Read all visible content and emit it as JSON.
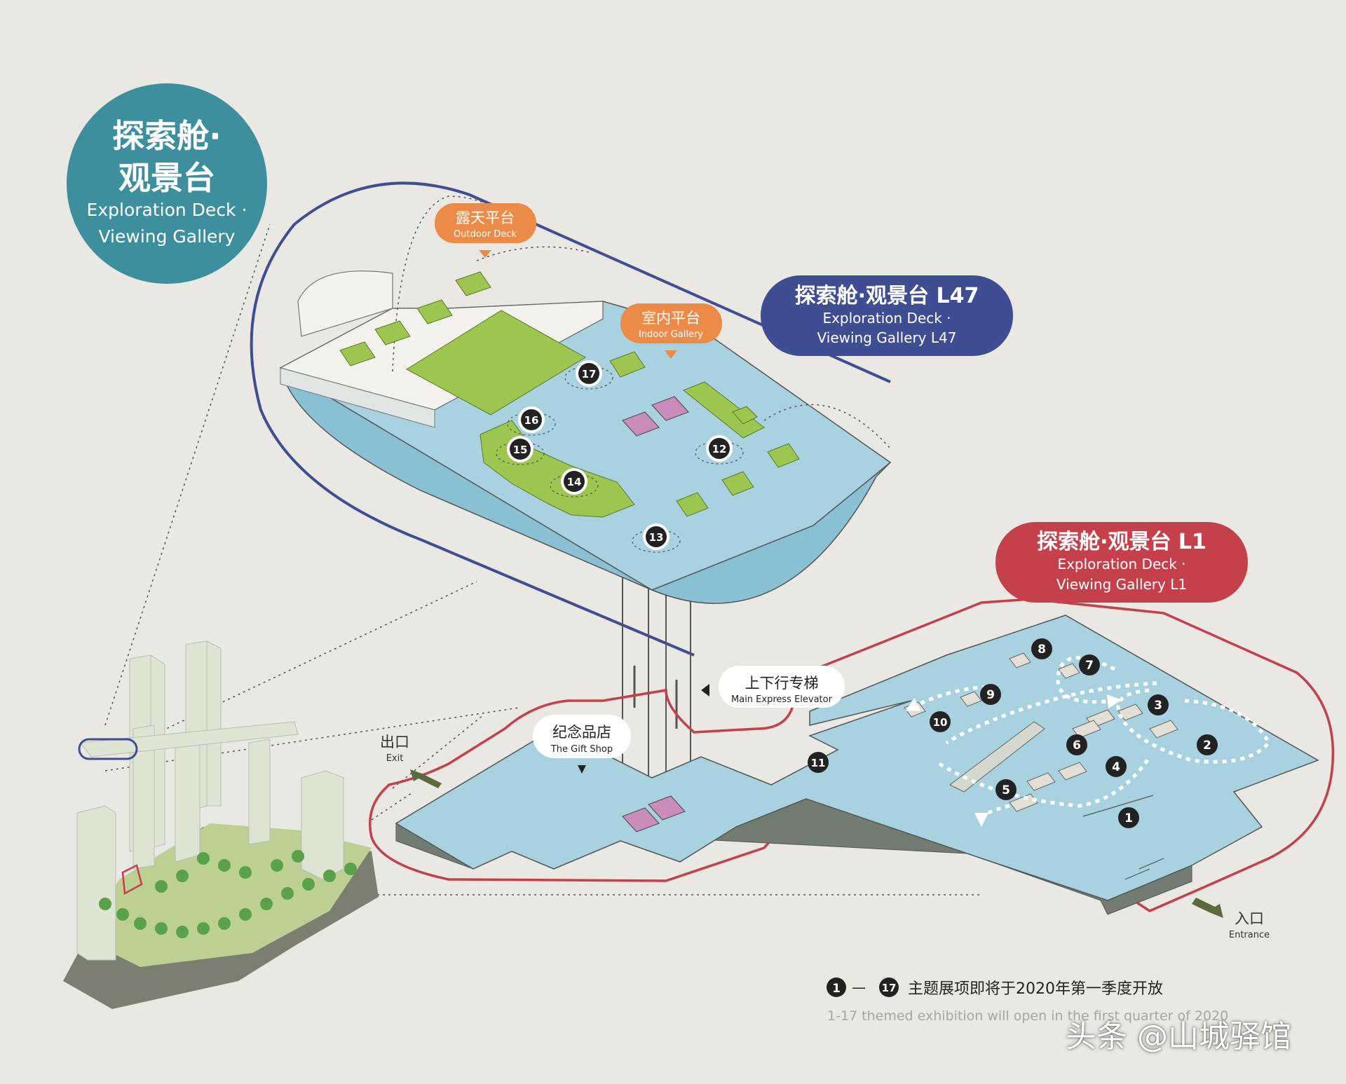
{
  "main_badge": {
    "zh_line1": "探索舱·",
    "zh_line2": "观景台",
    "en_line1": "Exploration Deck ·",
    "en_line2": "Viewing Gallery"
  },
  "l47_label": {
    "zh": "探索舱·观景台 L47",
    "en_line1": "Exploration Deck ·",
    "en_line2": "Viewing Gallery L47"
  },
  "l1_label": {
    "zh": "探索舱·观景台 L1",
    "en_line1": "Exploration Deck ·",
    "en_line2": "Viewing Gallery L1"
  },
  "outdoor_deck": {
    "zh": "露天平台",
    "en": "Outdoor Deck"
  },
  "indoor_gallery": {
    "zh": "室内平台",
    "en": "Indoor Gallery"
  },
  "elevator": {
    "zh": "上下行专梯",
    "en": "Main Express Elevator"
  },
  "gift_shop": {
    "zh": "纪念品店",
    "en": "The Gift Shop"
  },
  "exit": {
    "zh": "出口",
    "en": "Exit"
  },
  "entrance": {
    "zh": "入口",
    "en": "Entrance"
  },
  "legend": {
    "from": "1",
    "dash": "—",
    "to": "17",
    "zh": "主题展项即将于2020年第一季度开放",
    "en": "1-17 themed exhibition will open in the first quarter of 2020"
  },
  "markers": [
    "1",
    "2",
    "3",
    "4",
    "5",
    "6",
    "7",
    "8",
    "9",
    "10",
    "11",
    "12",
    "13",
    "14",
    "15",
    "16",
    "17"
  ],
  "watermark": "头条 @山城驿馆",
  "colors": {
    "teal_badge": "#3e8f9d",
    "navy": "#3f4e93",
    "red": "#c4404a",
    "orange": "#ec8a47",
    "floor_blue": "#a9d2e1",
    "green": "#9cc650",
    "magenta": "#c98cbb",
    "background": "#e9e8e2"
  }
}
